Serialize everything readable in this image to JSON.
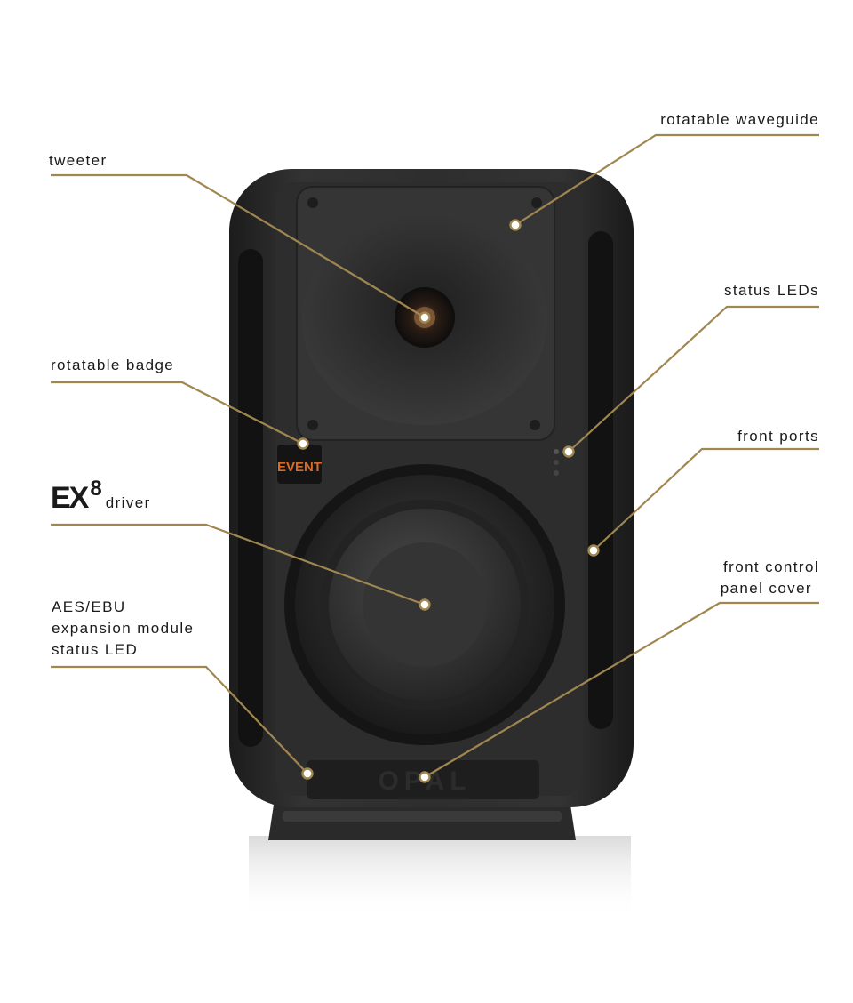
{
  "callouts": {
    "tweeter": "tweeter",
    "rotatable_waveguide": "rotatable waveguide",
    "status_leds": "status LEDs",
    "rotatable_badge": "rotatable badge",
    "front_ports": "front ports",
    "ex8_brand": "EX",
    "ex8_sup": "8",
    "ex8_tail": "driver",
    "front_control_line1": "front control",
    "front_control_line2": "panel cover",
    "aes_line1": "AES/EBU",
    "aes_line2": "expansion module",
    "aes_line3": "status LED"
  },
  "product": {
    "badge_text": "EVENT",
    "panel_text": "OPAL"
  },
  "colors": {
    "leader": "#a08750",
    "cabinet": "#2b2b2b",
    "badge": "#d86a2a"
  }
}
